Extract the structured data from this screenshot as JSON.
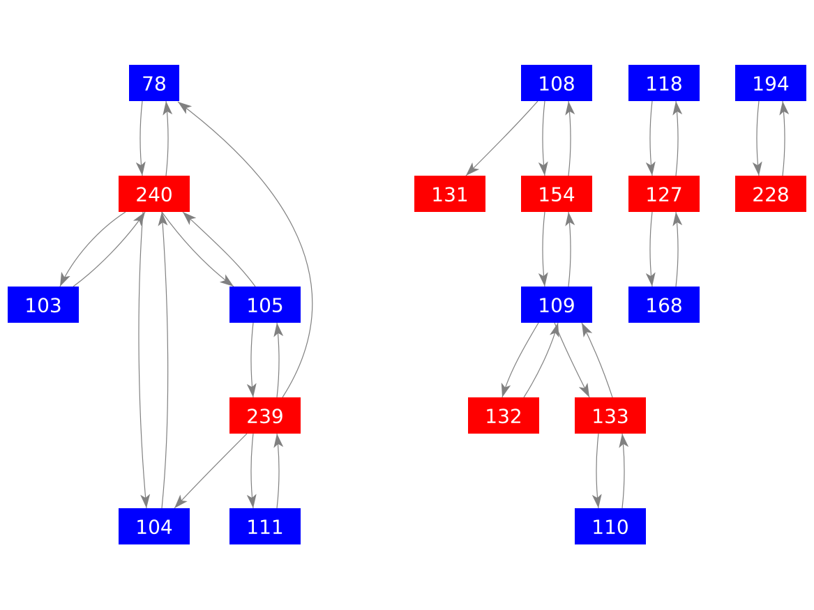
{
  "colors": {
    "blue_node": "#0000ff",
    "red_node": "#ff0000",
    "edge": "#808080",
    "label": "#ffffff",
    "background": "#ffffff"
  },
  "nodes": [
    {
      "id": "78",
      "label": "78",
      "color": "blue"
    },
    {
      "id": "240",
      "label": "240",
      "color": "red"
    },
    {
      "id": "103",
      "label": "103",
      "color": "blue"
    },
    {
      "id": "105",
      "label": "105",
      "color": "blue"
    },
    {
      "id": "239",
      "label": "239",
      "color": "red"
    },
    {
      "id": "104",
      "label": "104",
      "color": "blue"
    },
    {
      "id": "111",
      "label": "111",
      "color": "blue"
    },
    {
      "id": "108",
      "label": "108",
      "color": "blue"
    },
    {
      "id": "131",
      "label": "131",
      "color": "red"
    },
    {
      "id": "154",
      "label": "154",
      "color": "red"
    },
    {
      "id": "109",
      "label": "109",
      "color": "blue"
    },
    {
      "id": "132",
      "label": "132",
      "color": "red"
    },
    {
      "id": "133",
      "label": "133",
      "color": "red"
    },
    {
      "id": "110",
      "label": "110",
      "color": "blue"
    },
    {
      "id": "118",
      "label": "118",
      "color": "blue"
    },
    {
      "id": "127",
      "label": "127",
      "color": "red"
    },
    {
      "id": "168",
      "label": "168",
      "color": "blue"
    },
    {
      "id": "194",
      "label": "194",
      "color": "blue"
    },
    {
      "id": "228",
      "label": "228",
      "color": "red"
    }
  ],
  "edges": [
    {
      "from": "78",
      "to": "240"
    },
    {
      "from": "240",
      "to": "78"
    },
    {
      "from": "240",
      "to": "103"
    },
    {
      "from": "103",
      "to": "240"
    },
    {
      "from": "240",
      "to": "105"
    },
    {
      "from": "105",
      "to": "240"
    },
    {
      "from": "240",
      "to": "104"
    },
    {
      "from": "104",
      "to": "240"
    },
    {
      "from": "105",
      "to": "239"
    },
    {
      "from": "239",
      "to": "105"
    },
    {
      "from": "239",
      "to": "78"
    },
    {
      "from": "239",
      "to": "104"
    },
    {
      "from": "239",
      "to": "111"
    },
    {
      "from": "111",
      "to": "239"
    },
    {
      "from": "108",
      "to": "131"
    },
    {
      "from": "108",
      "to": "154"
    },
    {
      "from": "154",
      "to": "108"
    },
    {
      "from": "154",
      "to": "109"
    },
    {
      "from": "109",
      "to": "154"
    },
    {
      "from": "109",
      "to": "132"
    },
    {
      "from": "132",
      "to": "109"
    },
    {
      "from": "109",
      "to": "133"
    },
    {
      "from": "133",
      "to": "109"
    },
    {
      "from": "133",
      "to": "110"
    },
    {
      "from": "110",
      "to": "133"
    },
    {
      "from": "118",
      "to": "127"
    },
    {
      "from": "127",
      "to": "118"
    },
    {
      "from": "127",
      "to": "168"
    },
    {
      "from": "168",
      "to": "127"
    },
    {
      "from": "194",
      "to": "228"
    },
    {
      "from": "228",
      "to": "194"
    }
  ]
}
